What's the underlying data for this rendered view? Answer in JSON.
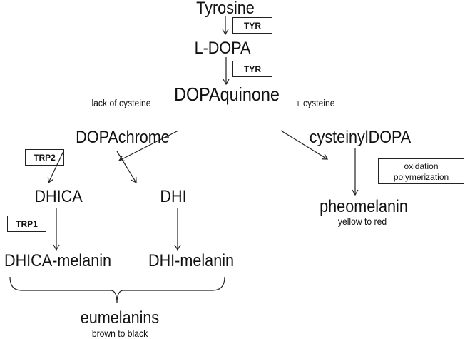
{
  "nodes": {
    "tyrosine": "Tyrosine",
    "ldopa": "L-DOPA",
    "dopaquinone": "DOPAquinone",
    "dopachrome": "DOPAchrome",
    "cysteinyldopa": "cysteinylDOPA",
    "dhica": "DHICA",
    "dhi": "DHI",
    "dhica_melanin": "DHICA-melanin",
    "dhi_melanin": "DHI-melanin",
    "eumelanins": "eumelanins",
    "eumelanins_color": "brown to black",
    "pheomelanin": "pheomelanin",
    "pheomelanin_color": "yellow to red"
  },
  "conditions": {
    "left": "lack of cysteine",
    "right": "+ cysteine"
  },
  "enzymes": {
    "tyr1": "TYR",
    "tyr2": "TYR",
    "trp2": "TRP2",
    "trp1": "TRP1",
    "process_line1": "oxidation",
    "process_line2": "polymerization"
  }
}
